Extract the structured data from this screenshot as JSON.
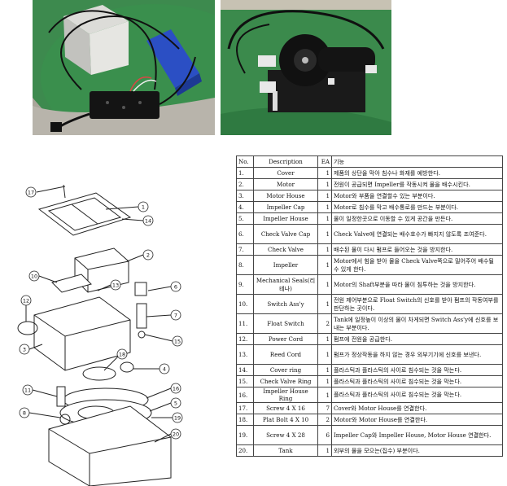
{
  "table": {
    "headers": [
      "No.",
      "Description",
      "EA",
      "기능"
    ],
    "rows": [
      {
        "no": "1.",
        "desc": "Cover",
        "ea": "1",
        "fn": "제품의 상단을 막아 침수나 화재를 예방한다."
      },
      {
        "no": "2.",
        "desc": "Motor",
        "ea": "1",
        "fn": "전원이 공급되면 Impeller를 작동시켜 물을 배수시킨다."
      },
      {
        "no": "3.",
        "desc": "Motor House",
        "ea": "1",
        "fn": "Motor와 부품을 연결할수 있는 부분이다."
      },
      {
        "no": "4.",
        "desc": "Impeller Cap",
        "ea": "1",
        "fn": "Motor로 침수를 막고 배수통로를 만드는 부분이다."
      },
      {
        "no": "5.",
        "desc": "Impeller House",
        "ea": "1",
        "fn": "물이 일정한곳으로 이동할 수 있게 공간을 만든다."
      },
      {
        "no": "6.",
        "desc": "Check Valve Cap",
        "ea": "1",
        "fn": "Check Valve에 연결되는 배수호수가 빠지지 않도록 조여준다."
      },
      {
        "no": "7.",
        "desc": "Check Valve",
        "ea": "1",
        "fn": "배수된 물이 다시 펌프로 들어오는 것을 방지한다."
      },
      {
        "no": "8.",
        "desc": "Impeller",
        "ea": "1",
        "fn": "Motor에서 힘을 받아 물을 Check Valve쪽으로 밀어주어 배수될 수 있게 한다."
      },
      {
        "no": "9.",
        "desc": "Mechanical Seals(리테나)",
        "ea": "1",
        "fn": "Motor의 Shaft부분을 따라 물이 침투하는 것을 방지한다."
      },
      {
        "no": "10.",
        "desc": "Switch Ass'y",
        "ea": "1",
        "fn": "전원 제어부분으로 Float Switch의 신호를 받아 펌프의 작동여부를 판단하는 곳이다."
      },
      {
        "no": "11.",
        "desc": "Float Switch",
        "ea": "2",
        "fn": "Tank에 일정높이 이상의 물이 차게되면 Switch Ass'y에 신호를 보내는 부분이다."
      },
      {
        "no": "12.",
        "desc": "Power Cord",
        "ea": "1",
        "fn": "펌프에 전원을 공급한다."
      },
      {
        "no": "13.",
        "desc": "Reed Cord",
        "ea": "1",
        "fn": "펌프가 정상작동을 하지 않는 경우 외부기기에 신호를 보낸다."
      },
      {
        "no": "14.",
        "desc": "Cover ring",
        "ea": "1",
        "fn": "플라스틱과 플라스틱의 사이로 침수되는 것을 막는다."
      },
      {
        "no": "15.",
        "desc": "Check Valve Ring",
        "ea": "1",
        "fn": "플라스틱과 플라스틱의 사이로 침수되는 것을 막는다."
      },
      {
        "no": "16.",
        "desc": "Impeller House Ring",
        "ea": "1",
        "fn": "플라스틱과 플라스틱의 사이로 침수되는 것을 막는다."
      },
      {
        "no": "17.",
        "desc": "Screw 4 X 16",
        "ea": "7",
        "fn": "Cover와 Motor House를 연결한다."
      },
      {
        "no": "18.",
        "desc": "Plat Bolt 4 X 10",
        "ea": "2",
        "fn": "Motor와 Motor House를 연결한다."
      },
      {
        "no": "19.",
        "desc": "Screw 4 X 28",
        "ea": "6",
        "fn": "Impeller Cap와 Impeller House, Motor House 연결한다."
      },
      {
        "no": "20.",
        "desc": "Tank",
        "ea": "1",
        "fn": "외부의 물을 모으는(집수) 부분이다."
      }
    ]
  },
  "diagram": {
    "callouts": [
      "17",
      "1",
      "14",
      "2",
      "10",
      "13",
      "6",
      "12",
      "7",
      "3",
      "15",
      "18",
      "4",
      "11",
      "16",
      "8",
      "5",
      "19",
      "20"
    ]
  },
  "colors": {
    "green_table": "#3d8a4e",
    "photo_bg_dark": "#2a2a2a",
    "tray_blue": "#2b4fc4"
  }
}
